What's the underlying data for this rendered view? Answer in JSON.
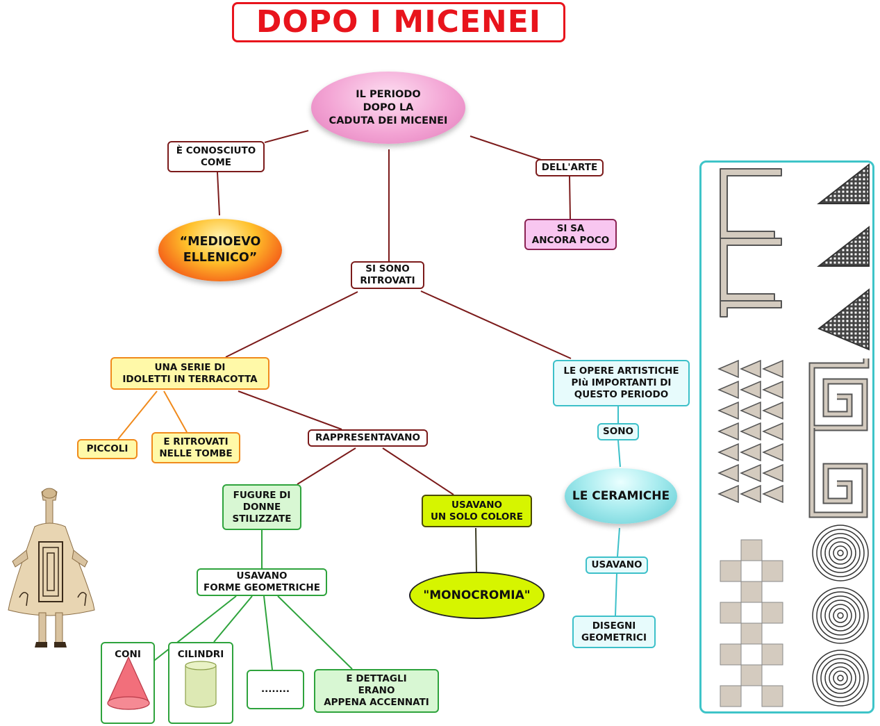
{
  "title": "DOPO I MICENEI",
  "root": "IL PERIODO\nDOPO LA\nCADUTA DEI MICENEI",
  "known_as": "È CONOSCIUTO\nCOME",
  "medioevo": "“MEDIOEVO\nELLENICO”",
  "art_link": "DELL'ARTE",
  "little_known": "SI SA\nANCORA POCO",
  "found": "SI SONO\nRITROVATI",
  "idols": "UNA SERIE DI\nIDOLETTI IN TERRACOTTA",
  "small": "PICCOLI",
  "tombs": "E RITROVATI\nNELLE TOMBE",
  "represented": "RAPPRESENTAVANO",
  "women": "FUGURE DI\nDONNE\nSTILIZZATE",
  "one_color": "USAVANO\nUN SOLO COLORE",
  "monochrome": "\"MONOCROMIA\"",
  "geom_forms": "USAVANO\nFORME GEOMETRICHE",
  "cones": "CONI",
  "cylinders": "CILINDRI",
  "dots": "........",
  "details": "E DETTAGLI\nERANO\nAPPENA ACCENNATI",
  "works": "LE OPERE ARTISTICHE\nPIù IMPORTANTI DI\nQUESTO PERIODO",
  "are": "SONO",
  "ceramics": "LE CERAMICHE",
  "used": "USAVANO",
  "designs": "DISEGNI\nGEOMETRICI",
  "colors": {
    "title_red": "#e8141c",
    "link_maroon": "#7b1a1a",
    "link_orange": "#f08a1c",
    "link_green": "#2ea33c",
    "link_cyan": "#3cc0c9",
    "link_dark": "#3a3a20",
    "pattern_fill": "#d4cbbf",
    "pattern_stroke": "#555555"
  },
  "icons": [
    "cone-icon",
    "cylinder-icon",
    "bell-idol-figurine",
    "greek-key-pattern",
    "triangle-pattern",
    "zigzag-pattern",
    "spiral-meander-pattern",
    "checker-pattern",
    "concentric-circles-pattern"
  ]
}
